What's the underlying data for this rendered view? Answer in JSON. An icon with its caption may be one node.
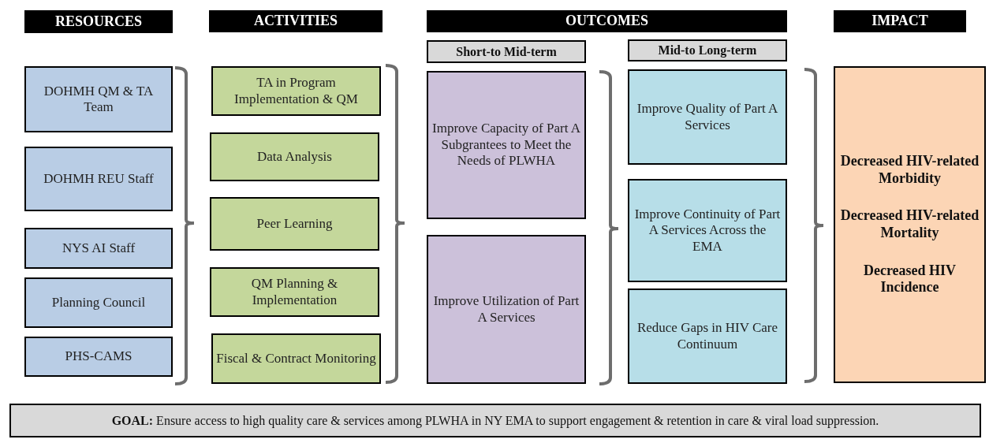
{
  "diagram": {
    "nodes": [
      {
        "text": [
          "RESOURCES"
        ]
      },
      {
        "text": [
          "ACTIVITIES"
        ]
      },
      {
        "text": [
          "OUTCOMES"
        ]
      },
      {
        "text": [
          "IMPACT"
        ]
      },
      {
        "text": [
          "Short-to Mid-term"
        ]
      },
      {
        "text": [
          "Mid-to Long-term"
        ]
      },
      {
        "text": [
          "DOHMH QM & TA Team"
        ]
      },
      {
        "text": [
          "DOHMH REU Staff"
        ]
      },
      {
        "text": [
          "NYS AI Staff"
        ]
      },
      {
        "text": [
          "Planning Council"
        ]
      },
      {
        "text": [
          "PHS-CAMS"
        ]
      },
      {
        "text": [
          "TA in Program Implementation & QM"
        ]
      },
      {
        "text": [
          "Data Analysis"
        ]
      },
      {
        "text": [
          "Peer Learning"
        ]
      },
      {
        "text": [
          "QM Planning & Implementation"
        ]
      },
      {
        "text": [
          "Fiscal & Contract Monitoring"
        ]
      },
      {
        "text": [
          "Improve Capacity of Part A Subgrantees to Meet the Needs of PLWHA"
        ]
      },
      {
        "text": [
          "Improve Utilization of Part A Services"
        ]
      },
      {
        "text": [
          "Improve Quality of Part A Services"
        ]
      },
      {
        "text": [
          "Improve Continuity of Part A Services Across the EMA"
        ]
      },
      {
        "text": [
          "Reduce Gaps in HIV Care Continuum"
        ]
      },
      {
        "text": [
          "Decreased HIV-related Morbidity",
          "Decreased HIV-related Mortality",
          "Decreased HIV Incidence"
        ]
      },
      {
        "text": [
          "**GOAL:** Ensure access to high quality care & services among PLWHA in NY EMA to support engagement & retention in care & viral load suppression."
        ]
      }
    ]
  }
}
